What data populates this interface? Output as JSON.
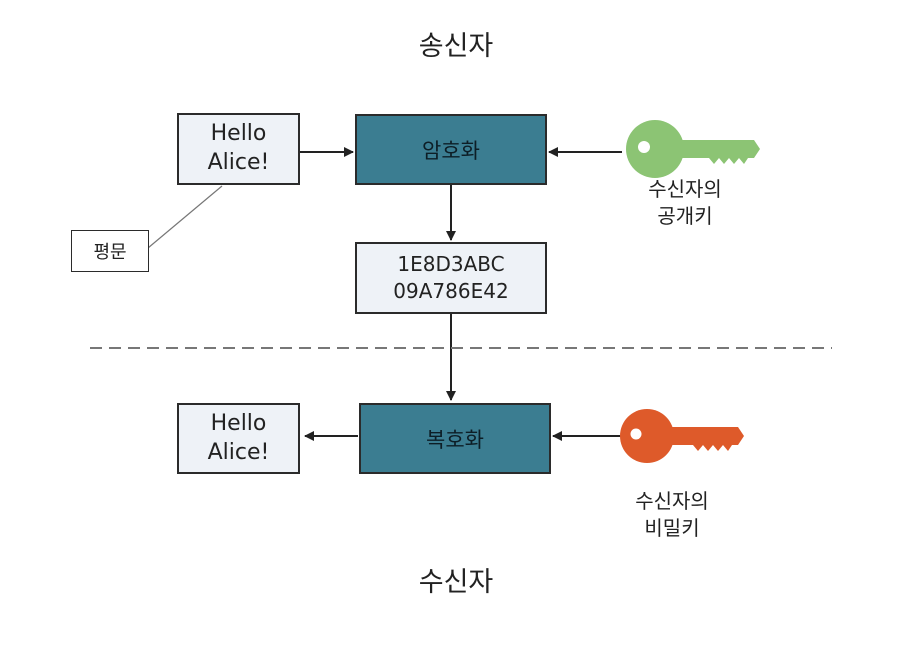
{
  "sender_title": "송신자",
  "receiver_title": "수신자",
  "plaintext_top": "Hello\nAlice!",
  "plaintext_bottom": "Hello\nAlice!",
  "encrypt_label": "암호화",
  "decrypt_label": "복호화",
  "ciphertext": "1E8D3ABC\n09A786E42",
  "plaintext_callout": "평문",
  "public_key_caption": "수신자의\n공개키",
  "private_key_caption": "수신자의\n비밀키",
  "colors": {
    "process_box": "#3b7d91",
    "text_box": "#eef2f7",
    "public_key": "#8cc474",
    "private_key": "#de5a2a"
  },
  "icons": [
    "key-icon-public",
    "key-icon-private"
  ]
}
